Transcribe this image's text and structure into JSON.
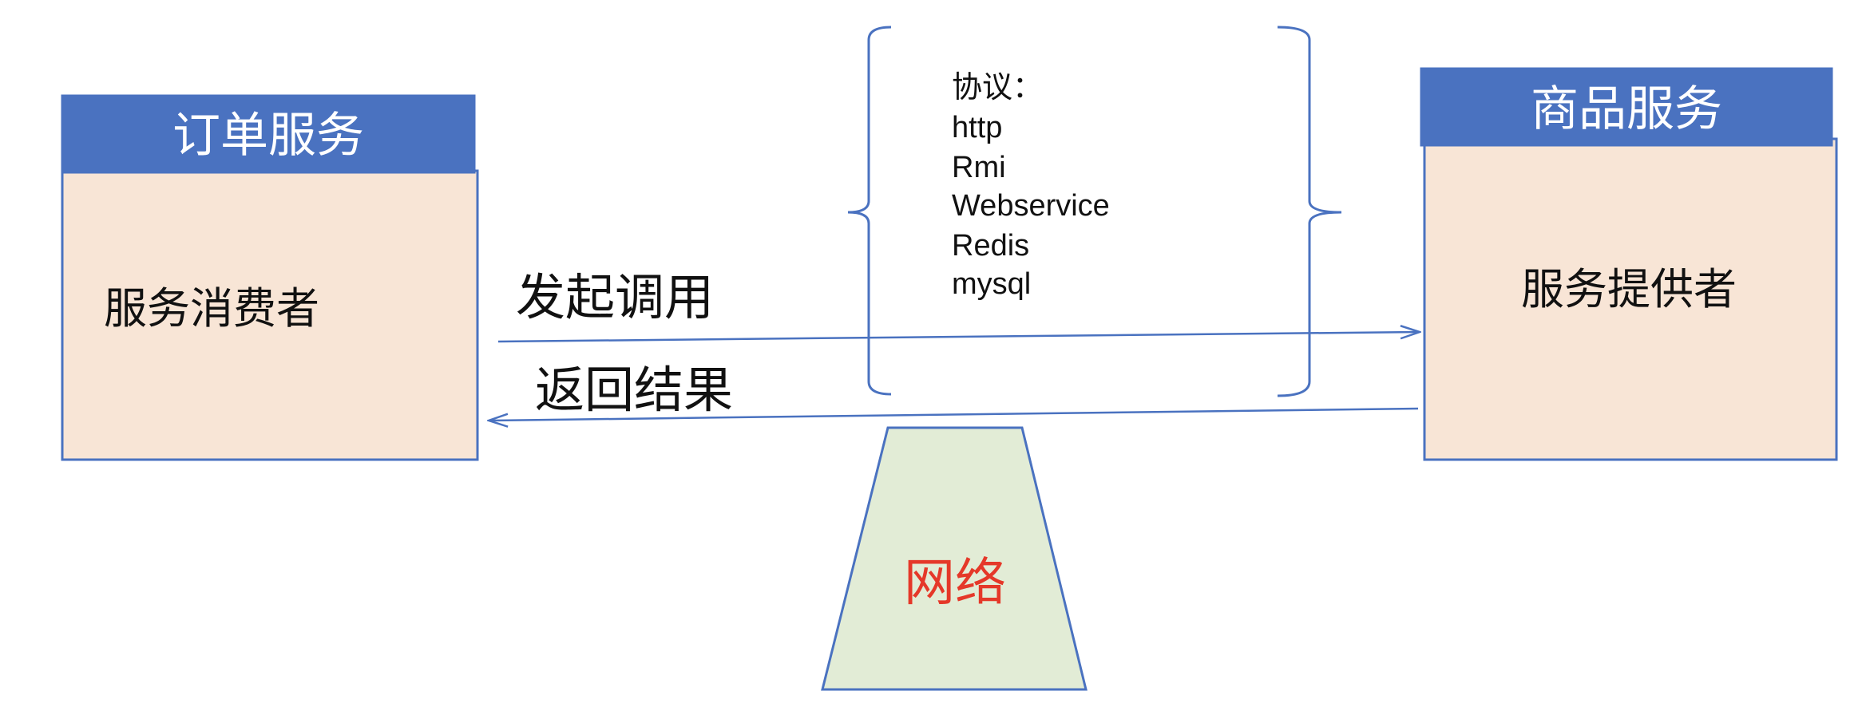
{
  "colors": {
    "header_fill": "#4a72c0",
    "body_fill": "#f8e5d6",
    "border": "#4a72c0",
    "arrow": "#4a72c0",
    "network_fill": "#e2ecd6",
    "network_border": "#4a72c0",
    "network_text": "#e53829"
  },
  "consumer": {
    "title": "订单服务",
    "role": "服务消费者"
  },
  "provider": {
    "title": "商品服务",
    "role": "服务提供者"
  },
  "arrows": {
    "request_label": "发起调用",
    "response_label": "返回结果"
  },
  "protocols": {
    "heading": "协议：",
    "items": [
      "http",
      "Rmi",
      "Webservice",
      "Redis",
      "mysql"
    ]
  },
  "network": {
    "label": "网络"
  }
}
